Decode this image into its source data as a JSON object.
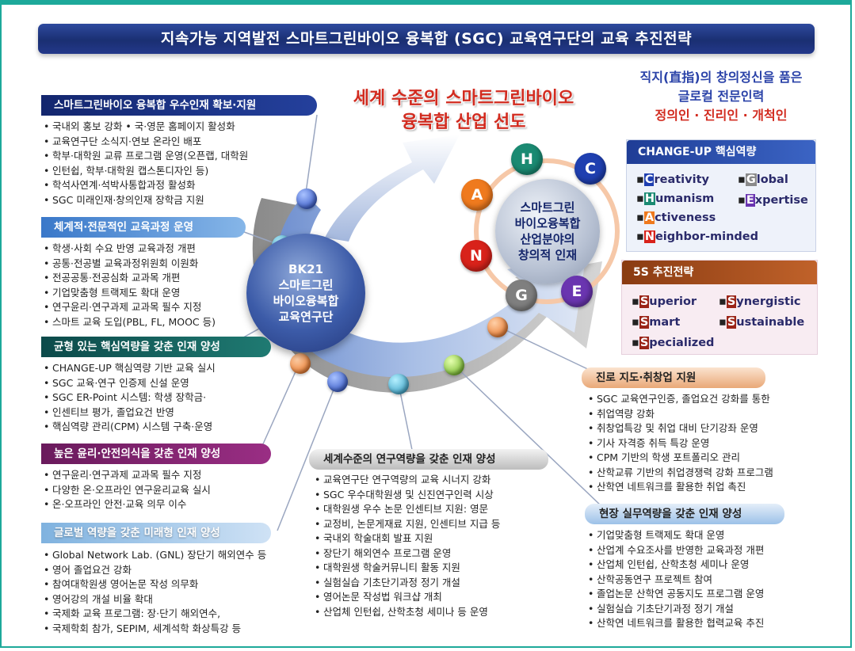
{
  "title": "지속가능 지역발전 스마트그린바이오 융복합 (SGC) 교육연구단의 교육 추진전략",
  "headline": [
    "세계 수준의 스마트그린바이오",
    "융복합 산업 선도"
  ],
  "mission": {
    "line1": "직지(直指)의 창의정신을 품은",
    "line2": "글로컬 전문인력",
    "line3": "정의인 · 진리인 · 개척인"
  },
  "center": {
    "bk21": "BK21\n스마트그린\n바이오융복합\n교육연구단",
    "goal": "스마트그린\n바이오융복합\n산업분야의\n창의적 인재"
  },
  "change_letters": [
    "H",
    "C",
    "A",
    "N",
    "G",
    "E"
  ],
  "colors": {
    "H": "#1a8a72",
    "C": "#1f3fb0",
    "A": "#ef7a1e",
    "N": "#d8221a",
    "G": "#7f7f7f",
    "E": "#6a35b0"
  },
  "change_up": {
    "title": "CHANGE-UP 핵심역량",
    "items": [
      {
        "cap": "C",
        "rest": "reativity",
        "color": "#1f3fb0"
      },
      {
        "cap": "G",
        "rest": "lobal",
        "color": "#8a8a8a"
      },
      {
        "cap": "H",
        "rest": "umanism",
        "color": "#1a8a72"
      },
      {
        "cap": "E",
        "rest": "xpertise",
        "color": "#6a35b0"
      },
      {
        "cap": "A",
        "rest": "ctiveness",
        "color": "#ef7a1e"
      },
      {
        "cap": "N",
        "rest": "eighbor-minded",
        "color": "#d8221a"
      }
    ]
  },
  "five_s": {
    "title": "5S 추진전략",
    "items": [
      {
        "cap": "S",
        "rest": "uperior"
      },
      {
        "cap": "S",
        "rest": "ynergistic"
      },
      {
        "cap": "S",
        "rest": "mart"
      },
      {
        "cap": "S",
        "rest": "ustainable"
      },
      {
        "cap": "S",
        "rest": "pecialized"
      }
    ]
  },
  "sections": {
    "talent": {
      "title": "스마트그린바이오 융복합 우수인재 확보·지원",
      "items": [
        "국내외 홍보 강화        • 국·영문 홈페이지 활성화",
        "교육연구단 소식지·연보 온라인 배포",
        "학부·대학원 교류 프로그램 운영(오픈랩, 대학원",
        "  인턴쉽, 학부·대학원 캡스톤디자인 등)",
        "학석사연계·석박사통합과정 활성화",
        "SGC 미래인재·창의인재 장학금 지원"
      ]
    },
    "curriculum": {
      "title": "체계적·전문적인 교육과정 운영",
      "items": [
        "학생·사회 수요 반영 교육과정 개편",
        "공통·전공별 교육과정위원회 이원화",
        "전공공통·전공심화 교과목 개편",
        "기업맞춤형 트랙제도 확대 운영",
        "연구윤리·연구과제 교과목 필수 지정",
        "스마트 교육 도입(PBL, FL, MOOC 등)"
      ]
    },
    "competency": {
      "title": "균형 있는 핵심역량을 갖춘 인재 양성",
      "items": [
        "CHANGE-UP 핵심역량 기반 교육 실시",
        "SGC 교육·연구 인증제 신설 운영",
        "SGC ER-Point 시스템: 학생 장학금·",
        "  인센티브 평가, 졸업요건 반영",
        "핵심역량 관리(CPM) 시스템 구축·운영"
      ]
    },
    "ethics": {
      "title": "높은 윤리·안전의식을 갖춘 인재 양성",
      "items": [
        "연구윤리·연구과제 교과목 필수 지정",
        "다양한 온·오프라인 연구윤리교육 실시",
        "온·오프라인 안전·교육 의무 이수"
      ]
    },
    "global": {
      "title": "글로벌 역량을 갖춘 미래형 인재 양성",
      "items": [
        "Global Network Lab. (GNL) 장단기 해외연수 등",
        "영어 졸업요건 강화",
        "참여대학원생 영어논문 작성 의무화",
        "영어강의 개설 비율 확대",
        "국제화 교육 프로그램: 장·단기 해외연수,",
        "  국제학회 참가, SEPIM, 세계석학 화상특강 등"
      ]
    },
    "research": {
      "title": "세계수준의 연구역량을 갖춘 인재 양성",
      "items": [
        "교육연구단 연구역량의 교육 시너지 강화",
        "SGC 우수대학원생 및 신진연구인력 시상",
        "대학원생 우수 논문 인센티브 지원: 영문",
        "  교정비, 논문게재료 지원, 인센티브 지급 등",
        "국내외 학술대회 발표 지원",
        "장단기 해외연수 프로그램 운영",
        "대학원생 학술커뮤니티 활동 지원",
        "실험실습 기초단기과정 정기 개설",
        "영어논문 작성법 워크샵 개최",
        "산업체 인턴쉽, 산학초청 세미나 등 운영"
      ]
    },
    "career": {
      "title": "진로 지도·취창업 지원",
      "items": [
        "SGC 교육연구인증, 졸업요건 강화를 통한",
        "  취업역량 강화",
        "취창업특강 및 취업 대비 단기강좌 운영",
        "기사 자격증 취득 특강 운영",
        "CPM 기반의 학생 포트폴리오 관리",
        "산학교류 기반의 취업경쟁력 강화 프로그램",
        "산학연 네트워크를 활용한 취업 촉진"
      ]
    },
    "practice": {
      "title": "현장 실무역량을 갖춘 인재 양성",
      "items": [
        "기업맞춤형 트랙제도 확대 운영",
        "산업계 수요조사를 반영한 교육과정 개편",
        "산업체 인턴쉽, 산학초청 세미나 운영",
        "산학공동연구 프로젝트 참여",
        "졸업논문 산학연 공동지도 프로그램 운영",
        "실험실습 기초단기과정 정기 개설",
        "산학연 네트워크를 활용한 협력교육 추진"
      ]
    }
  }
}
